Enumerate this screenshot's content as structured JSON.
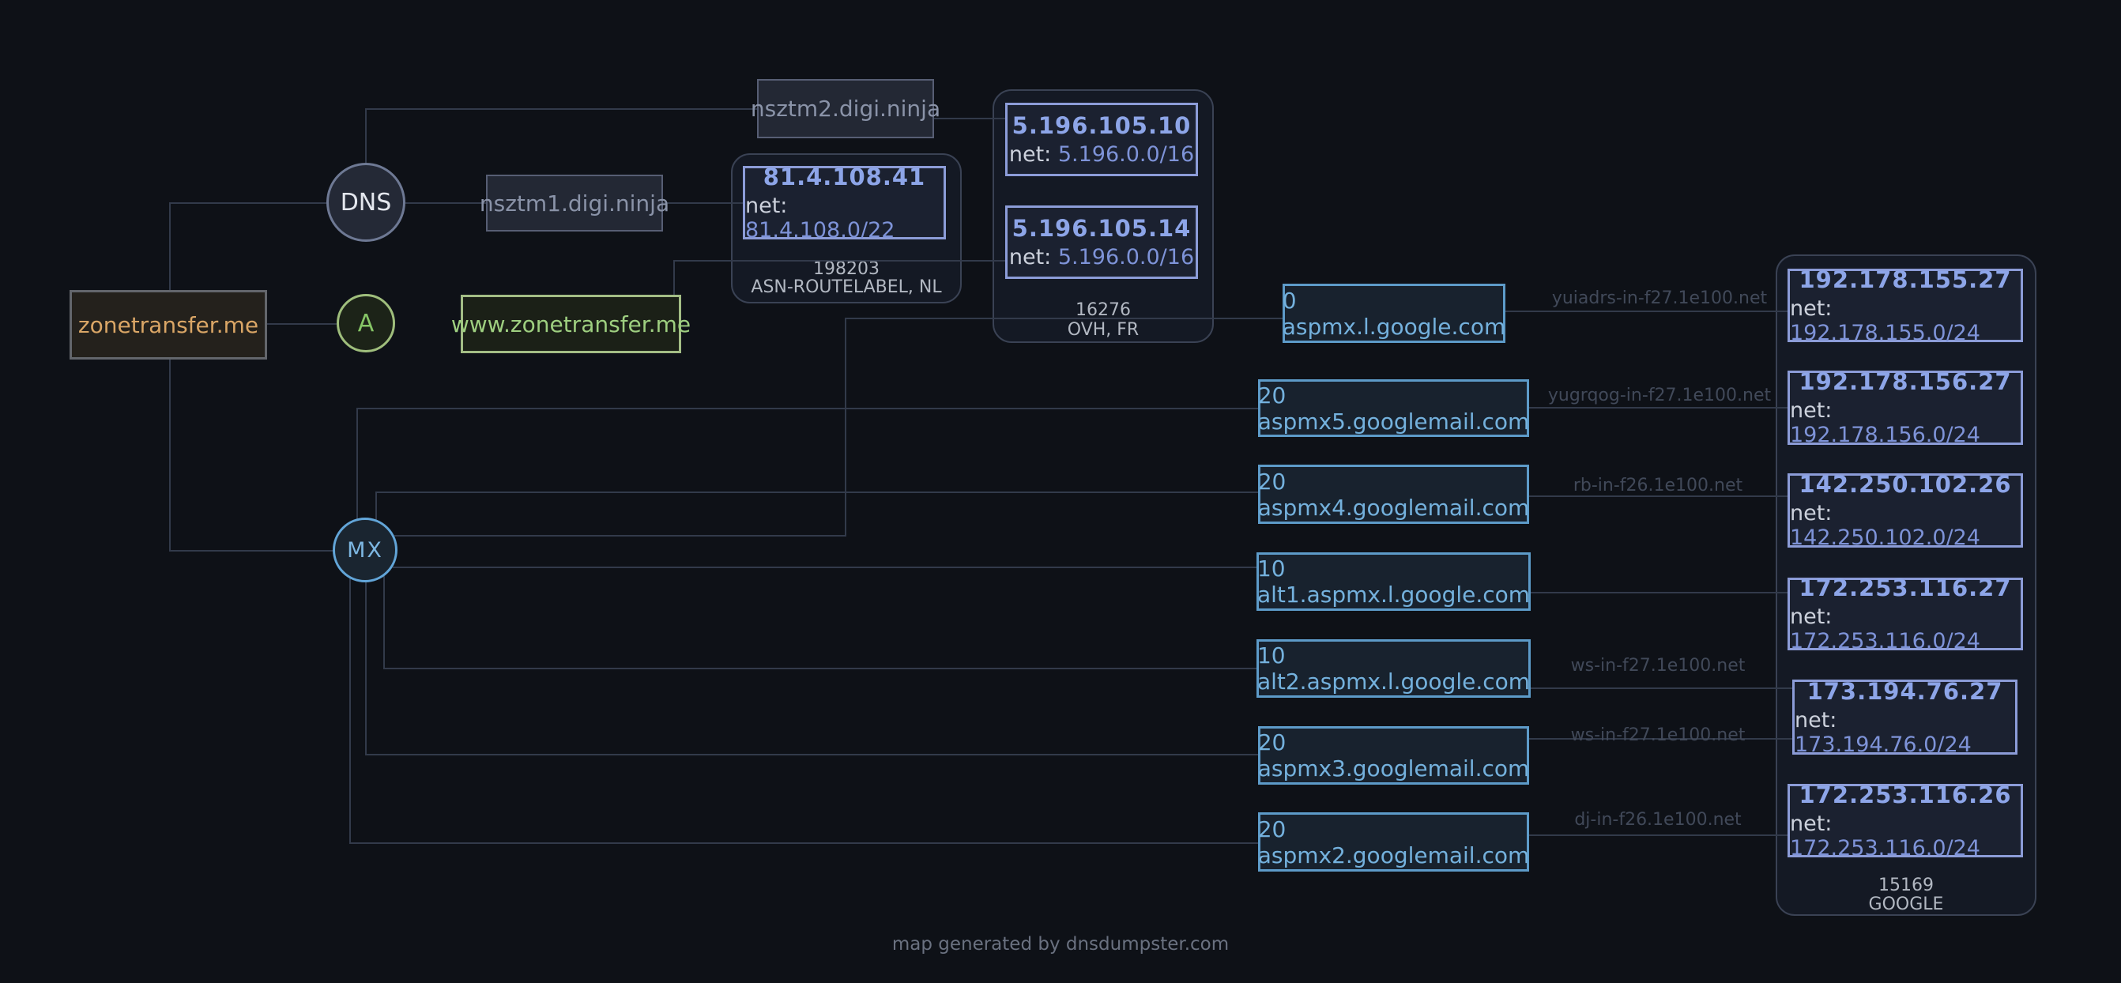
{
  "domain_node": {
    "label": "zonetransfer.me"
  },
  "record_circles": {
    "dns": "DNS",
    "a": "A",
    "mx": "MX"
  },
  "nameservers": {
    "ns1": "nsztm1.digi.ninja",
    "ns2": "nsztm2.digi.ninja"
  },
  "a_record": {
    "www": "www.zonetransfer.me"
  },
  "labels": {
    "net": "net:"
  },
  "asn": {
    "routelabel": {
      "asn": "198203",
      "name": "ASN-ROUTELABEL, NL",
      "ips": [
        {
          "ip": "81.4.108.41",
          "net": "81.4.108.0/22"
        }
      ]
    },
    "ovh": {
      "asn": "16276",
      "name": "OVH, FR",
      "ips": [
        {
          "ip": "5.196.105.10",
          "net": "5.196.0.0/16"
        },
        {
          "ip": "5.196.105.14",
          "net": "5.196.0.0/16"
        }
      ]
    },
    "google": {
      "asn": "15169",
      "name": "GOOGLE",
      "ips": [
        {
          "ip": "192.178.155.27",
          "net": "192.178.155.0/24"
        },
        {
          "ip": "192.178.156.27",
          "net": "192.178.156.0/24"
        },
        {
          "ip": "142.250.102.26",
          "net": "142.250.102.0/24"
        },
        {
          "ip": "172.253.116.27",
          "net": "172.253.116.0/24"
        },
        {
          "ip": "173.194.76.27",
          "net": "173.194.76.0/24"
        },
        {
          "ip": "172.253.116.26",
          "net": "172.253.116.0/24"
        }
      ]
    }
  },
  "mx_records": [
    "0 aspmx.l.google.com",
    "20 aspmx5.googlemail.com",
    "20 aspmx4.googlemail.com",
    "10 alt1.aspmx.l.google.com",
    "10 alt2.aspmx.l.google.com",
    "20 aspmx3.googlemail.com",
    "20 aspmx2.googlemail.com"
  ],
  "edge_labels": [
    "yuiadrs-in-f27.1e100.net",
    "yugrqog-in-f27.1e100.net",
    "rb-in-f26.1e100.net",
    "ws-in-f27.1e100.net",
    "ws-in-f27.1e100.net",
    "dj-in-f26.1e100.net"
  ],
  "footer": "map generated by dnsdumpster.com",
  "colors": {
    "background": "#0e1117",
    "edge": "#323a4a",
    "mx_accent": "#74b1dd",
    "ip_accent": "#8da5e8",
    "green_accent": "#9ecf80",
    "orange_accent": "#daa666"
  }
}
